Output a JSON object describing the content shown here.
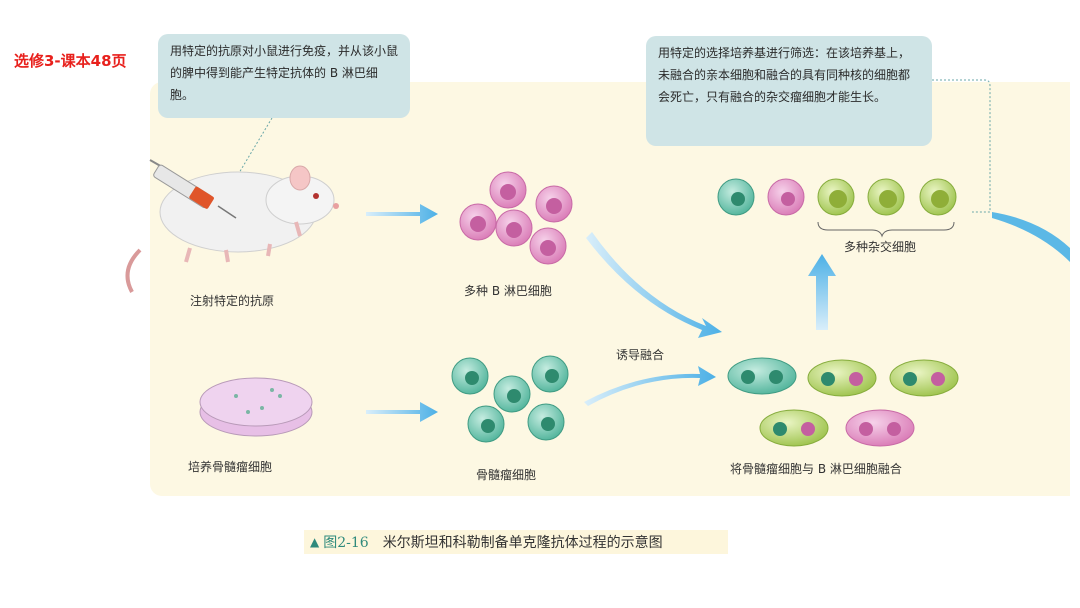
{
  "corner_label": "选修3-课本48页",
  "callouts": {
    "immunize": "用特定的抗原对小鼠进行免疫，并从该小鼠的脾中得到能产生特定抗体的 B 淋巴细胞。",
    "selection": "用特定的选择培养基进行筛选：在该培养基上，未融合的亲本细胞和融合的具有同种核的细胞都会死亡，只有融合的杂交瘤细胞才能生长。"
  },
  "labels": {
    "inject_antigen": "注射特定的抗原",
    "b_cells": "多种 B 淋巴细胞",
    "culture_myeloma": "培养骨髓瘤细胞",
    "myeloma_cells": "骨髓瘤细胞",
    "induce_fusion": "诱导融合",
    "fusion": "将骨髓瘤细胞与 B 淋巴细胞融合",
    "hybrid_cells": "多种杂交细胞"
  },
  "caption": {
    "figure_no": "图2-16",
    "text": "米尔斯坦和科勒制备单克隆抗体过程的示意图"
  },
  "colors": {
    "corner": "#e8201c",
    "panel": "#fdf8e3",
    "callout": "#cfe4e6",
    "arrow": "#5bb8e6",
    "b_cell": "#e79ac9",
    "myeloma": "#63c2a8",
    "hybrid": "#b9d66a"
  }
}
